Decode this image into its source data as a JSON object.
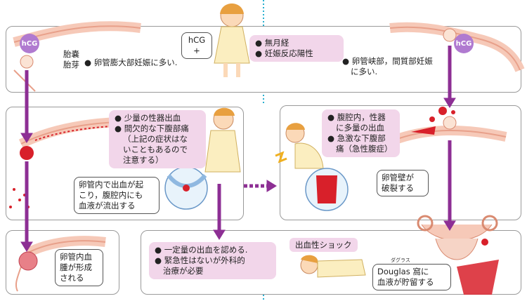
{
  "top": {
    "hcg_left": "hCG",
    "hcg_right": "hCG",
    "label_taino": "胎嚢",
    "label_taiga": "胎芽",
    "bullet_left": "卵管膨大部妊娠に多い.",
    "hcg_bubble_line1": "hCG",
    "hcg_bubble_line2": "+",
    "symptoms": [
      "無月経",
      "妊娠反応陽性"
    ],
    "bullet_right_lines": [
      "卵管峡部，間質部妊娠",
      "に多い."
    ]
  },
  "mid_left": {
    "symptom_lines": [
      "少量の性器出血",
      "間欠的な下腹部痛",
      "（上記の症状はな",
      "いこともあるので",
      "注意する）"
    ],
    "note_lines": [
      "卵管内で出血が起",
      "こり，腹腔内にも",
      "血液が流出する"
    ]
  },
  "mid_right": {
    "symptom_lines": [
      "腹腔内，性器",
      "に多量の出血",
      "急激な下腹部",
      "痛（急性腹症）"
    ],
    "rupture_lines": [
      "卵管壁が",
      "破裂する"
    ]
  },
  "bottom_left": {
    "hematoma_lines": [
      "卵管内血",
      "腫が形成",
      "される"
    ]
  },
  "bottom_main": {
    "bullet_lines": [
      "一定量の出血を認める.",
      "緊急性はないが外科的",
      "治療が必要"
    ],
    "shock_label": "出血性ショック",
    "douglas_ruby": "ダグラス",
    "douglas_lines": [
      "Douglas 窩に",
      "血液が貯留する"
    ]
  },
  "colors": {
    "accent": "#8d2f94",
    "pink_box": "#f2d6ea",
    "blood": "#d8202a",
    "divider": "#2ab0d0"
  }
}
